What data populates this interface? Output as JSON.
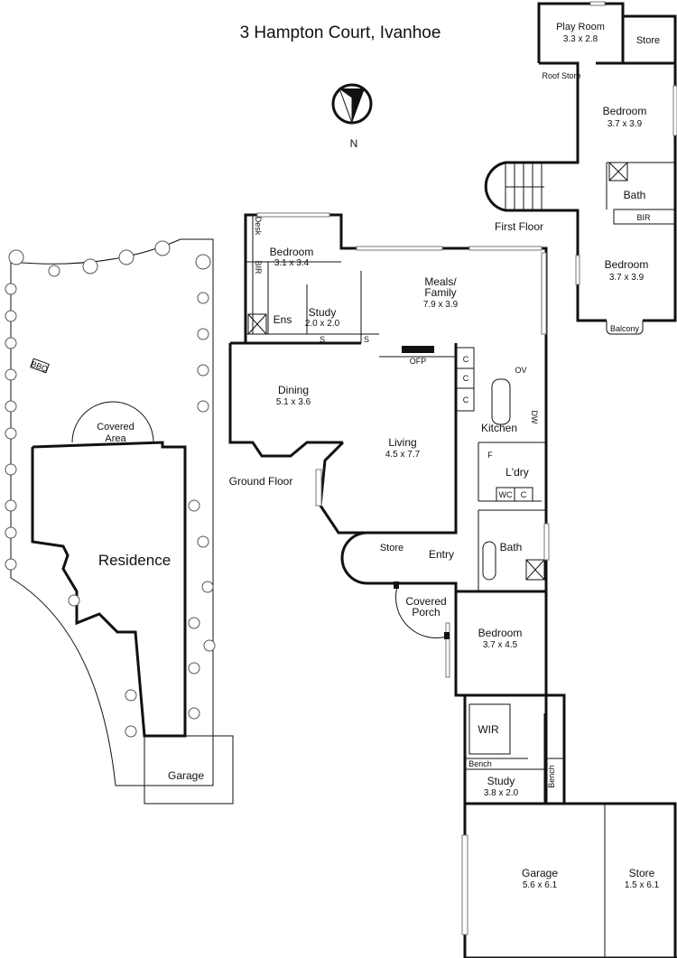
{
  "title": "3 Hampton Court, Ivanhoe",
  "north_label": "N",
  "first_floor": {
    "label": "First Floor",
    "rooms": [
      {
        "name": "Play Room",
        "dims": "3.3 x 2.8"
      },
      {
        "name": "Store"
      },
      {
        "name": "Roof Store"
      },
      {
        "name": "Bedroom",
        "dims": "3.7 x 3.9"
      },
      {
        "name": "Bath"
      },
      {
        "name": "BIR"
      },
      {
        "name": "Bedroom",
        "dims": "3.7 x 3.9"
      },
      {
        "name": "Balcony"
      }
    ]
  },
  "ground_floor": {
    "label": "Ground Floor",
    "rooms": [
      {
        "name": "Bedroom",
        "dims": "3.1 x 3.4"
      },
      {
        "name": "Desk"
      },
      {
        "name": "BIR"
      },
      {
        "name": "Ens"
      },
      {
        "name": "Study",
        "dims": "2.0 x 2.0"
      },
      {
        "name": "S"
      },
      {
        "name": "Meals/",
        "name2": "Family",
        "dims": "7.9 x 3.9"
      },
      {
        "name": "OFP"
      },
      {
        "name": "Dining",
        "dims": "5.1 x 3.6"
      },
      {
        "name": "Living",
        "dims": "4.5 x 7.7"
      },
      {
        "name": "C"
      },
      {
        "name": "Kitchen"
      },
      {
        "name": "OV"
      },
      {
        "name": "DW"
      },
      {
        "name": "F"
      },
      {
        "name": "L'dry"
      },
      {
        "name": "WC"
      },
      {
        "name": "Store"
      },
      {
        "name": "Entry"
      },
      {
        "name": "Bath"
      },
      {
        "name": "Covered",
        "name2": "Porch"
      },
      {
        "name": "Bedroom",
        "dims": "3.7 x 4.5"
      },
      {
        "name": "WIR"
      },
      {
        "name": "Bench"
      },
      {
        "name": "Study",
        "dims": "3.8 x 2.0"
      },
      {
        "name": "Garage",
        "dims": "5.6 x 6.1"
      },
      {
        "name": "Store",
        "dims": "1.5 x 6.1"
      }
    ]
  },
  "site_plan": {
    "residence": "Residence",
    "covered_area": [
      "Covered",
      "Area"
    ],
    "bbq": "BBQ",
    "garage": "Garage"
  }
}
